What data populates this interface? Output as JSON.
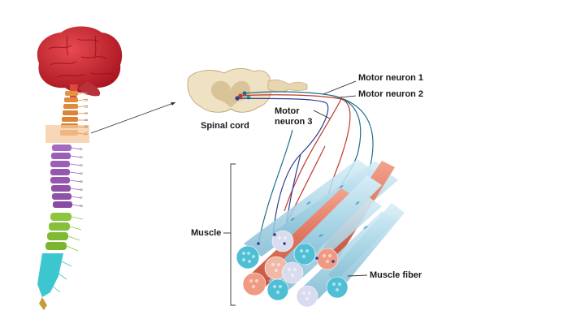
{
  "labels": {
    "motor_neuron_1": "Motor neuron 1",
    "motor_neuron_2": "Motor neuron 2",
    "motor_neuron_3_line1": "Motor",
    "motor_neuron_3_line2": "neuron 3",
    "spinal_cord": "Spinal cord",
    "muscle": "Muscle",
    "muscle_fiber": "Muscle fiber"
  },
  "colors": {
    "brain": "#c8202c",
    "cervical": "#e08a3c",
    "thoracic": "#9b5fb5",
    "lumbar": "#8cc63f",
    "sacral": "#3cc7d0",
    "neuron_1": "#1f6f8b",
    "neuron_2": "#c0392b",
    "neuron_3": "#2c3e8f",
    "fiber_blue": "#bfe3f0",
    "fiber_red": "#e8806a"
  }
}
